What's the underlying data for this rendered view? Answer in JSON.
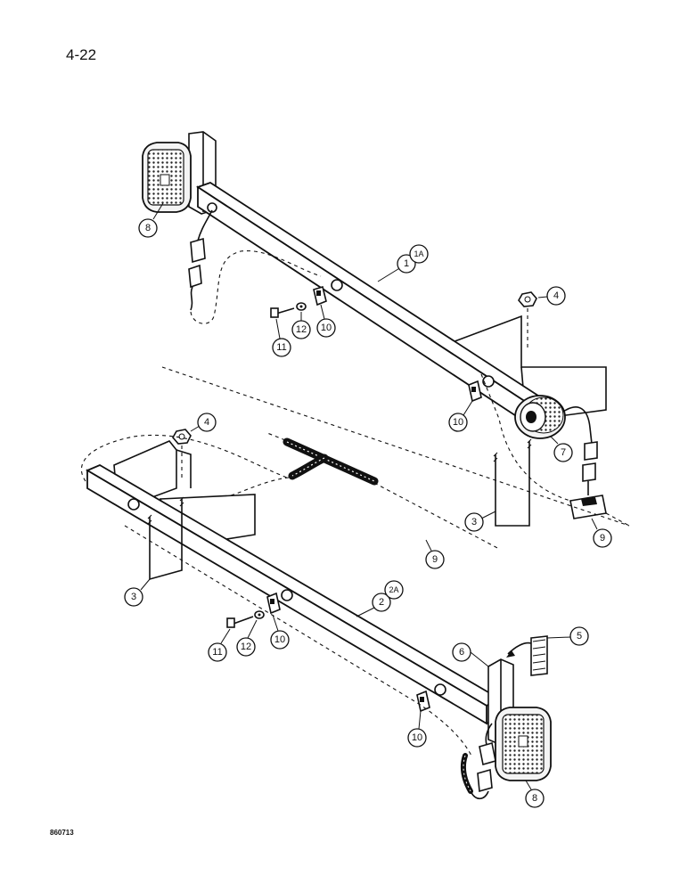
{
  "page": {
    "number": "4-22",
    "drawing_code": "860713"
  },
  "callouts": [
    {
      "id": "c-8-top",
      "label": "8"
    },
    {
      "id": "c-1",
      "label": "1"
    },
    {
      "id": "c-1a",
      "label": "1A"
    },
    {
      "id": "c-4-top",
      "label": "4"
    },
    {
      "id": "c-11-top",
      "label": "11"
    },
    {
      "id": "c-12-top",
      "label": "12"
    },
    {
      "id": "c-10-top",
      "label": "10"
    },
    {
      "id": "c-10-mid",
      "label": "10"
    },
    {
      "id": "c-7",
      "label": "7"
    },
    {
      "id": "c-3-right",
      "label": "3"
    },
    {
      "id": "c-9-right",
      "label": "9"
    },
    {
      "id": "c-4-left",
      "label": "4"
    },
    {
      "id": "c-9-mid",
      "label": "9"
    },
    {
      "id": "c-3-left",
      "label": "3"
    },
    {
      "id": "c-2",
      "label": "2"
    },
    {
      "id": "c-2a",
      "label": "2A"
    },
    {
      "id": "c-11-bot",
      "label": "11"
    },
    {
      "id": "c-12-bot",
      "label": "12"
    },
    {
      "id": "c-10-bot",
      "label": "10"
    },
    {
      "id": "c-6",
      "label": "6"
    },
    {
      "id": "c-5",
      "label": "5"
    },
    {
      "id": "c-10-low",
      "label": "10"
    },
    {
      "id": "c-8-bot",
      "label": "8"
    }
  ]
}
